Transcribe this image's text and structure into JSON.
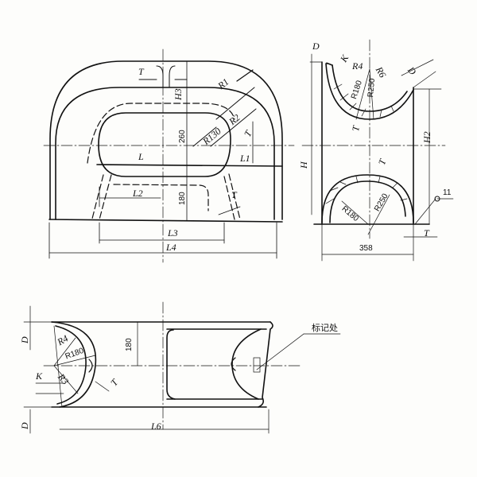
{
  "drawing": {
    "title": "Mooring chock / fairlead engineering drawing",
    "views": {
      "front": {
        "labels": {
          "T_top": "T",
          "H3": "H3",
          "R1": "R1",
          "R2": "R2",
          "R130": "R130",
          "dim_260": "260",
          "T_right": "T",
          "L": "L",
          "L1": "L1",
          "L2": "L2",
          "dim_180": "180",
          "T_leg": "T",
          "L3": "L3",
          "L4": "L4"
        }
      },
      "side": {
        "labels": {
          "D_left": "D",
          "K": "K",
          "R4": "R4",
          "R6": "R6",
          "D_right": "D",
          "R180_top": "R180",
          "R250_top": "R250",
          "T_top": "T",
          "H2": "H2",
          "H": "H",
          "T_lower": "T",
          "R180_bottom": "R180",
          "R250_bottom": "R250",
          "weld_size": "11",
          "T_bottom": "T",
          "dim_358": "358"
        }
      },
      "plan": {
        "labels": {
          "D_top": "D",
          "R4": "R4",
          "R180": "R180",
          "R3": "R3",
          "K": "K",
          "T": "T",
          "dim_180": "180",
          "D_bottom": "D",
          "L6": "L6",
          "marking_note": "标记处"
        }
      }
    }
  }
}
